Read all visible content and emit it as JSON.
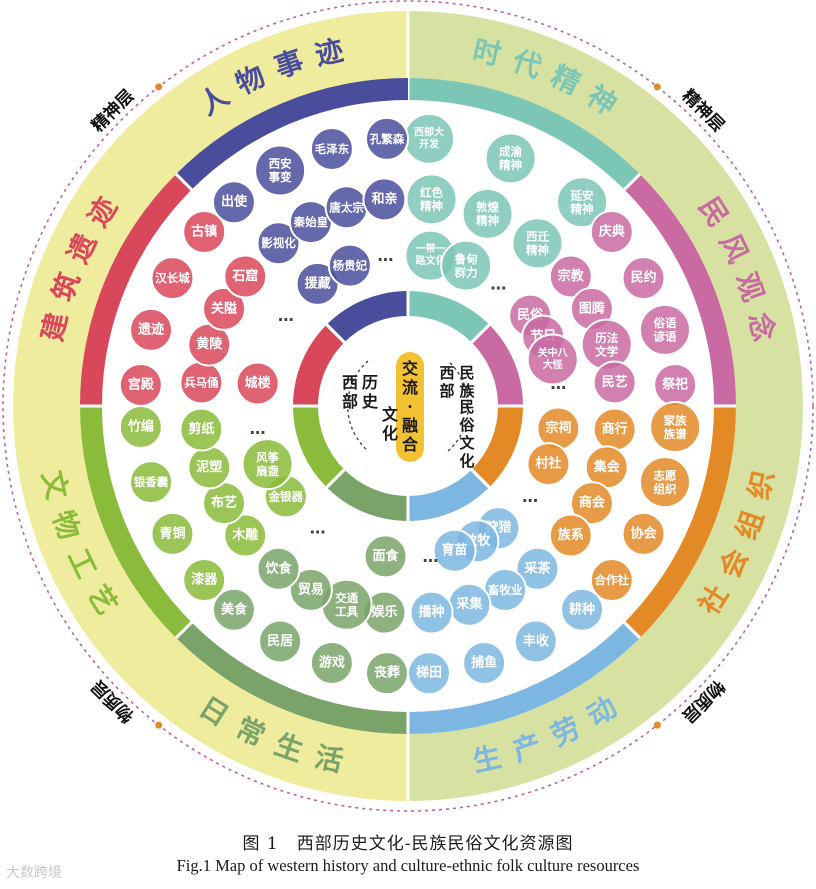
{
  "center": {
    "left_label": "西部历史文化",
    "middle_label": "交流·融合",
    "right_label": "西部民族民俗文化"
  },
  "level_labels": [
    "精神层",
    "精神层",
    "物质层",
    "物质层"
  ],
  "sectors": [
    {
      "id": "shidai",
      "title": "时代精神",
      "color": "#7cc6b6",
      "items": [
        "西部大开发",
        "成渝精神",
        "延安精神",
        "红色精神",
        "敦煌精神",
        "西迁精神",
        "一带一路文化",
        "鲁甸群力",
        "…"
      ]
    },
    {
      "id": "minfeng",
      "title": "民风观念",
      "color": "#c96aa2",
      "items": [
        "庆典",
        "民约",
        "俗语谚语",
        "祭祀",
        "宗教",
        "图腾",
        "历法文学",
        "民艺",
        "民俗",
        "节日",
        "关中八大怪",
        "…"
      ]
    },
    {
      "id": "shehui",
      "title": "社会组织",
      "color": "#e38a27",
      "items": [
        "家族族谱",
        "志愿组织",
        "协会",
        "合作社",
        "商行",
        "集会",
        "商会",
        "族系",
        "宗祠",
        "村社",
        "…"
      ]
    },
    {
      "id": "shengchan",
      "title": "生产劳动",
      "color": "#7cb7e2",
      "items": [
        "耕种",
        "丰收",
        "捕鱼",
        "梯田",
        "采茶",
        "畜牧业",
        "采集",
        "播种",
        "狩猎",
        "放牧",
        "育苗",
        "…"
      ]
    },
    {
      "id": "richang",
      "title": "日常生活",
      "color": "#7aa36a",
      "items": [
        "丧葬",
        "游戏",
        "民居",
        "美食",
        "娱乐",
        "交通工具",
        "贸易",
        "饮食",
        "面食",
        "…"
      ]
    },
    {
      "id": "wenwu",
      "title": "文物工艺",
      "color": "#8bbb3a",
      "items": [
        "漆器",
        "青铜",
        "银香囊",
        "竹编",
        "木雕",
        "布艺",
        "泥塑",
        "剪纸",
        "金银器",
        "风筝扇盏",
        "…"
      ]
    },
    {
      "id": "jianzhu",
      "title": "建筑遗迹",
      "color": "#d9485a",
      "items": [
        "宫殿",
        "遗迹",
        "汉长城",
        "古镇",
        "兵马俑",
        "黄陵",
        "关隘",
        "石窟",
        "城楼",
        "…"
      ]
    },
    {
      "id": "renwu",
      "title": "人物事迹",
      "color": "#4a4d9c",
      "items": [
        "出使",
        "西安事变",
        "毛泽东",
        "孔繁森",
        "影视化",
        "秦始皇",
        "唐太宗",
        "和亲",
        "援藏",
        "杨贵妃",
        "…"
      ]
    }
  ],
  "caption": {
    "zh": "图 1　西部历史文化-民族民俗文化资源图",
    "en": "Fig.1 Map of western history and culture-ethnic folk culture resources"
  },
  "watermark": "大数跨境"
}
